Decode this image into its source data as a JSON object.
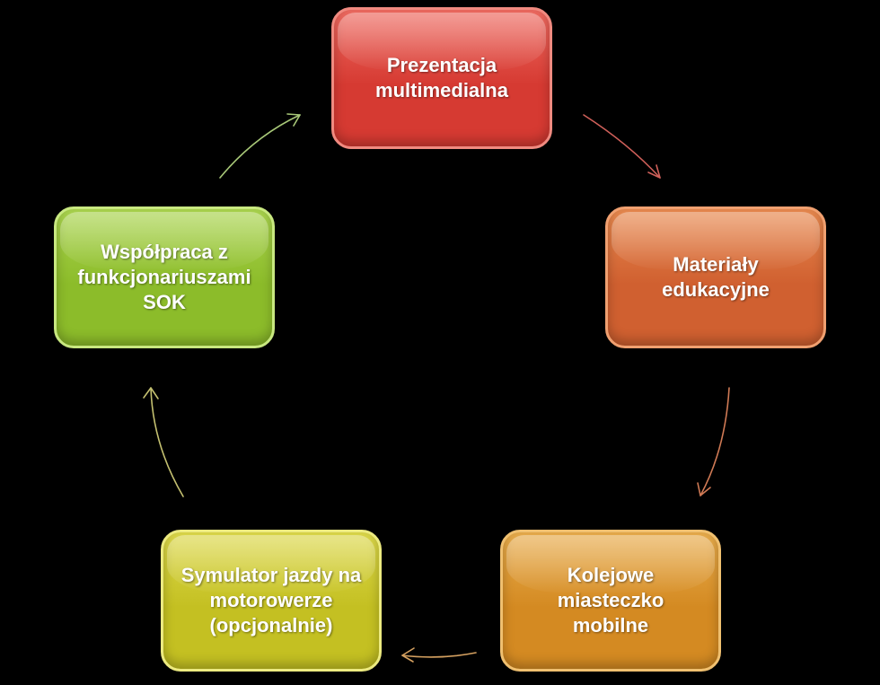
{
  "diagram": {
    "type": "cycle",
    "nodes": [
      {
        "label": "Prezentacja\nmultimedialna",
        "color": "#d63a32",
        "highlight": "#ee6a60",
        "border": "#f08a80"
      },
      {
        "label": "Materiały\nedukacyjne",
        "color": "#d06030",
        "highlight": "#e8894f",
        "border": "#f0a070"
      },
      {
        "label": "Kolejowe\nmiasteczko\nmobilne",
        "color": "#d48a22",
        "highlight": "#e8ac4c",
        "border": "#f0c070"
      },
      {
        "label": "Symulator jazdy na\nmotorowerze\n(opcjonalnie)",
        "color": "#c4c022",
        "highlight": "#dcd84a",
        "border": "#ecea80"
      },
      {
        "label": "Współpraca z\nfunkcjonariuszami\nSOK",
        "color": "#8cbc2a",
        "highlight": "#aad44e",
        "border": "#c8e880"
      }
    ],
    "arrows": [
      {
        "from": 0,
        "to": 1,
        "color": "#d0605a"
      },
      {
        "from": 1,
        "to": 2,
        "color": "#d07a55"
      },
      {
        "from": 2,
        "to": 3,
        "color": "#d4a060"
      },
      {
        "from": 3,
        "to": 4,
        "color": "#c4c070"
      },
      {
        "from": 4,
        "to": 0,
        "color": "#a8c878"
      }
    ]
  }
}
